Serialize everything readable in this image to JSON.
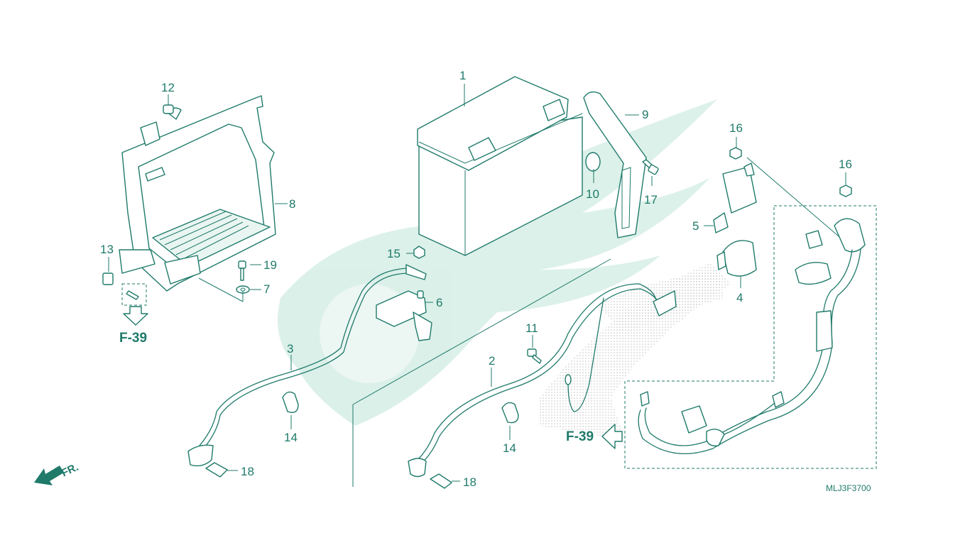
{
  "colors": {
    "line": "#1f7a6a",
    "watermark": "#d8efe7",
    "dots": "#c4c4c4",
    "background": "#ffffff"
  },
  "callouts": {
    "c1": "1",
    "c2": "2",
    "c3": "3",
    "c4": "4",
    "c5": "5",
    "c6": "6",
    "c7": "7",
    "c8": "8",
    "c9": "9",
    "c10": "10",
    "c11": "11",
    "c12": "12",
    "c13": "13",
    "c14a": "14",
    "c14b": "14",
    "c15": "15",
    "c16a": "16",
    "c16b": "16",
    "c17": "17",
    "c18a": "18",
    "c18b": "18",
    "c19": "19"
  },
  "references": {
    "left": "F-39",
    "right": "F-39"
  },
  "direction_label": "FR.",
  "diagram_code": "MLJ3F3700",
  "icons": {
    "watermark": "wing-logo-watermark-icon",
    "direction": "front-arrow-icon",
    "reference": "reference-arrow-icon"
  }
}
